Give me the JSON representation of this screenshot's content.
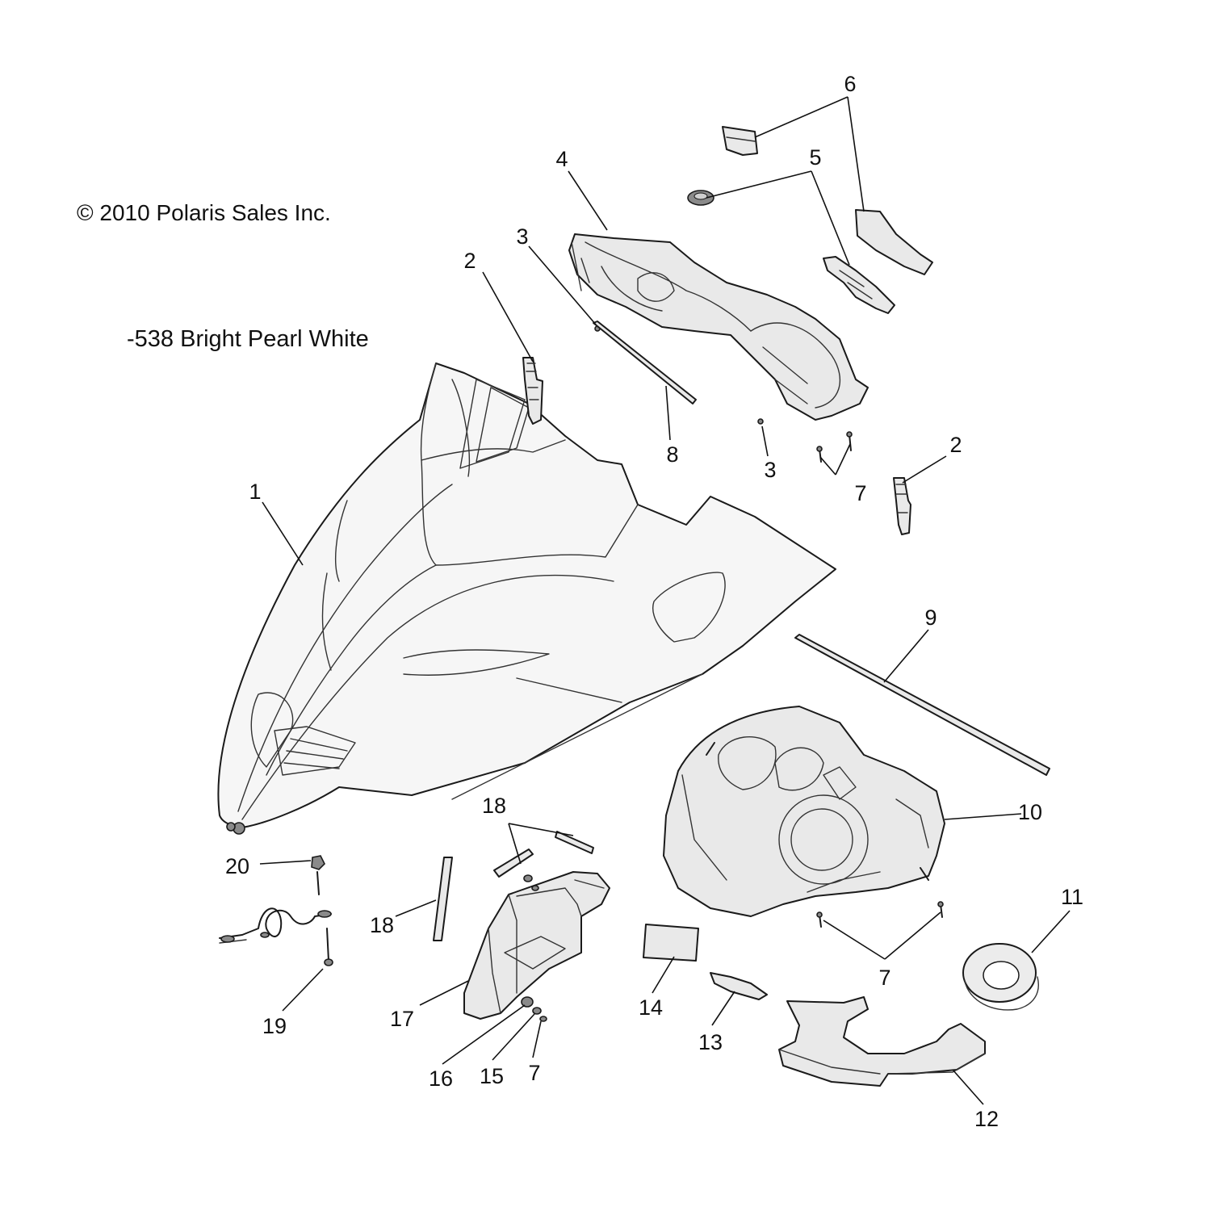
{
  "copyright": "© 2010 Polaris Sales Inc.",
  "color_note": "-538 Bright Pearl White",
  "callouts": {
    "c1": "1",
    "c2a": "2",
    "c2b": "2",
    "c3a": "3",
    "c3b": "3",
    "c4": "4",
    "c5": "5",
    "c6": "6",
    "c7a": "7",
    "c7b": "7",
    "c7c": "7",
    "c8": "8",
    "c9": "9",
    "c10": "10",
    "c11": "11",
    "c12": "12",
    "c13": "13",
    "c14": "14",
    "c15": "15",
    "c16": "16",
    "c17": "17",
    "c18a": "18",
    "c18b": "18",
    "c19": "19",
    "c20": "20"
  }
}
